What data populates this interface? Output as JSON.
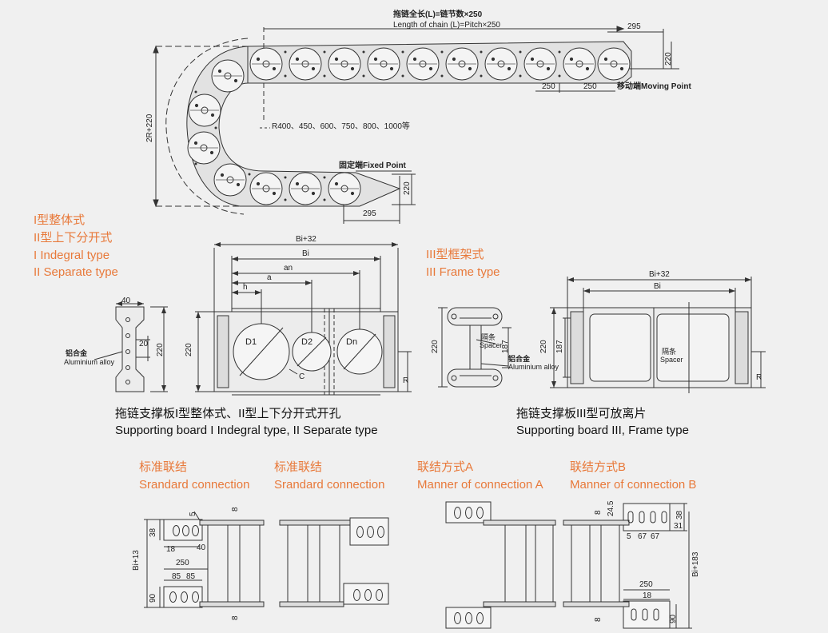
{
  "top": {
    "length_cn": "拖链全长(L)=链节数×250",
    "length_en": "Length of chain (L)=Pitch×250",
    "dim_295": "295",
    "dim_220": "220",
    "dim_250": "250",
    "moving_point": "移动端Moving Point",
    "radius_note": "R400、450、600、750、800、1000等",
    "fixed_point": "固定端Fixed Point",
    "dim_2r": "2R+220"
  },
  "section1": {
    "titles": [
      "I型整体式",
      "II型上下分开式",
      "I Indegral type",
      "II Separate type"
    ],
    "dim_40": "40",
    "dim_20": "20",
    "dim_220": "220",
    "alloy_cn": "铝合金",
    "alloy_en": "Aluminium alloy",
    "dim_bi32": "Bi+32",
    "dim_bi": "Bi",
    "dim_an": "an",
    "dim_a": "a",
    "dim_h": "h",
    "d1": "D1",
    "d2": "D2",
    "dn": "Dn",
    "c": "C",
    "r": "R",
    "caption_cn": "拖链支撑板I型整体式、II型上下分开式开孔",
    "caption_en": "Supporting board I Indegral type, II Separate type"
  },
  "section3": {
    "titles": [
      "III型框架式",
      "III Frame type"
    ],
    "dim_220": "220",
    "dim_187": "187",
    "spacer_cn": "隔条",
    "spacer_en": "Spacer",
    "alloy_cn": "铝合金",
    "alloy_en": "Aluminium alloy",
    "dim_bi32": "Bi+32",
    "dim_bi": "Bi",
    "r": "R",
    "caption_cn": "拖链支撑板III型可放离片",
    "caption_en": "Supporting board III, Frame type"
  },
  "connections": {
    "std1_cn": "标准联结",
    "std1_en": "Srandard connection",
    "std2_cn": "标准联结",
    "std2_en": "Srandard connection",
    "a_cn": "联结方式A",
    "a_en": "Manner of connection A",
    "b_cn": "联结方式B",
    "b_en": "Manner of connection B",
    "dims": {
      "d5": "5",
      "d8": "8",
      "d38": "38",
      "d18": "18",
      "d40": "40",
      "bi13": "Bi+13",
      "d250": "250",
      "d85": "85",
      "d90": "90",
      "d24_5": "24.5",
      "d31": "31",
      "d67": "67",
      "bi183": "Bi+183"
    }
  }
}
